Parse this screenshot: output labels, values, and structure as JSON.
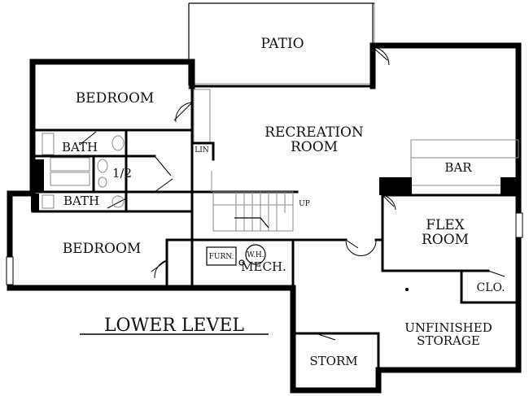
{
  "rooms": {
    "patio": "PATIO",
    "bedroom_top": "BEDROOM",
    "bath_top": "BATH",
    "half_bath": "1/2",
    "bath_bottom": "BATH",
    "linen": "LIN",
    "recreation_room_line1": "RECREATION",
    "recreation_room_line2": "ROOM",
    "bar": "BAR",
    "stair_up": "UP",
    "flex_room_line1": "FLEX",
    "flex_room_line2": "ROOM",
    "bedroom_bottom": "BEDROOM",
    "furnace": "FURN.",
    "water_heater": "W.H.",
    "mechanical": "MECH.",
    "closet": "CLO.",
    "unfinished_storage_line1": "UNFINISHED",
    "unfinished_storage_line2": "STORAGE",
    "storm": "STORM"
  },
  "title": "LOWER LEVEL"
}
